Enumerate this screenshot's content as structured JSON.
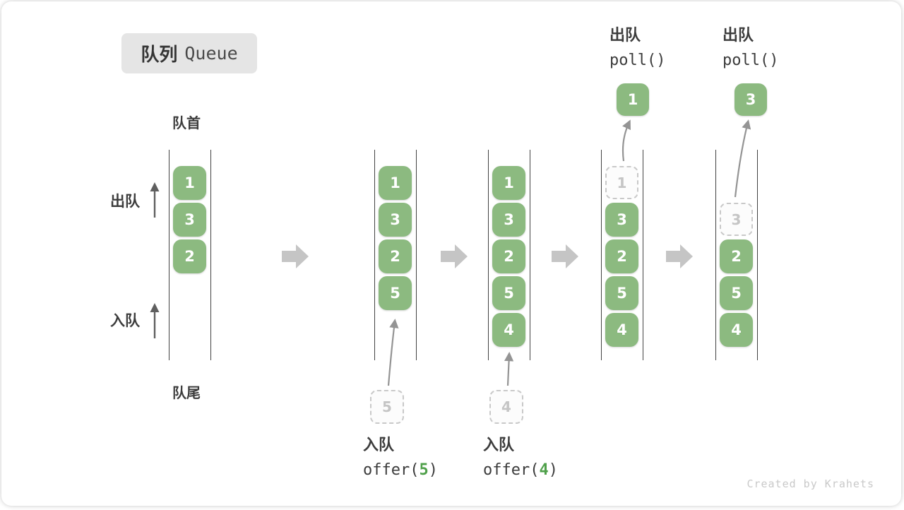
{
  "title": {
    "zh": "队列",
    "en": "Queue"
  },
  "labels": {
    "head": "队首",
    "tail": "队尾",
    "dequeue": "出队",
    "enqueue": "入队"
  },
  "states": [
    {
      "slots": [
        "1",
        "3",
        "2"
      ]
    },
    {
      "slots": [
        "1",
        "3",
        "2",
        "5"
      ],
      "incoming": "5"
    },
    {
      "slots": [
        "1",
        "3",
        "2",
        "5",
        "4"
      ],
      "incoming": "4"
    },
    {
      "slots": [
        "3",
        "2",
        "5",
        "4"
      ],
      "removed": "1",
      "popped": "1"
    },
    {
      "slots": [
        "2",
        "5",
        "4"
      ],
      "removed": "3",
      "popped": "3"
    }
  ],
  "operations": {
    "enqueue": [
      {
        "label": "入队",
        "fn_open": "offer(",
        "arg": "5",
        "fn_close": ")"
      },
      {
        "label": "入队",
        "fn_open": "offer(",
        "arg": "4",
        "fn_close": ")"
      }
    ],
    "dequeue": [
      {
        "label": "出队",
        "code": "poll()"
      },
      {
        "label": "出队",
        "code": "poll()"
      }
    ]
  },
  "watermark": "Created by Krahets",
  "colors": {
    "box_green": "#8CBA80",
    "arg_green": "#4FA04A",
    "block_arrow_gray": "#C5C5C5",
    "thin_arrow_gray": "#949494",
    "dark_arrow_gray": "#5F5F5F",
    "dark_text": "#3C3C3C",
    "dashed_border": "#C9C9C9",
    "watermark_gray": "#C9C9C9",
    "title_bg": "#E5E5E5"
  }
}
